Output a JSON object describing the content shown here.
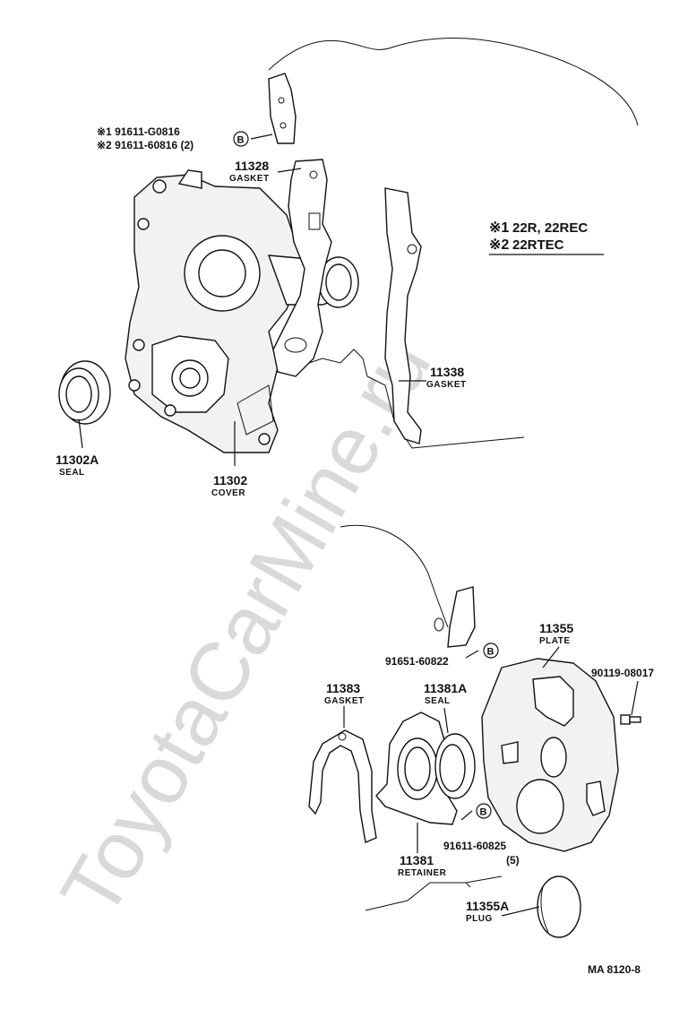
{
  "watermark": "ToyotaCarMine.ru",
  "notes": {
    "n1_mark": "※1",
    "n1_text": "22R, 22REC",
    "n2_mark": "※2",
    "n2_text": "22RTEC"
  },
  "bolt_spec_top": {
    "line1": "※1 91611-G0816",
    "line2": "※2 91611-60816 (2)",
    "marker": "B"
  },
  "parts": {
    "gasket_11328": {
      "number": "11328",
      "name": "GASKET"
    },
    "gasket_11338": {
      "number": "11338",
      "name": "GASKET"
    },
    "seal_11302a": {
      "number": "11302A",
      "name": "SEAL"
    },
    "cover_11302": {
      "number": "11302",
      "name": "COVER"
    },
    "plate_11355": {
      "number": "11355",
      "name": "PLATE"
    },
    "bolt_90119": {
      "number": "90119-08017"
    },
    "bolt_91651": {
      "number": "91651-60822",
      "marker": "B"
    },
    "gasket_11383": {
      "number": "11383",
      "name": "GASKET"
    },
    "seal_11381a": {
      "number": "11381A",
      "name": "SEAL"
    },
    "retainer_11381": {
      "number": "11381",
      "name": "RETAINER"
    },
    "bolt_91611": {
      "number": "91611-60825",
      "qty": "(5)",
      "marker": "B"
    },
    "plug_11355a": {
      "number": "11355A",
      "name": "PLUG"
    }
  },
  "figure_code": "MA  8120-8"
}
